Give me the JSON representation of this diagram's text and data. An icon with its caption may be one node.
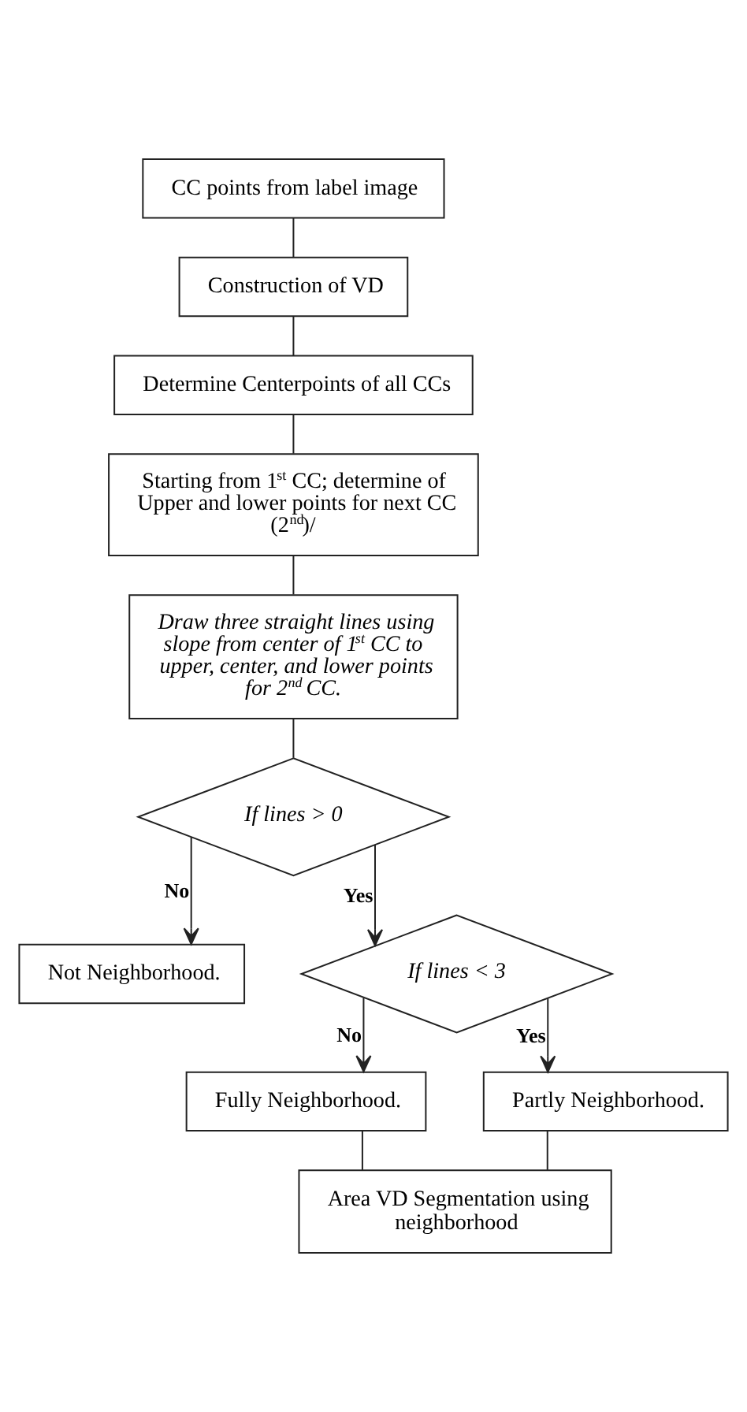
{
  "diagram": {
    "nodes": [
      {
        "text": [
          "CC points from label image"
        ]
      },
      {
        "text": [
          "Construction of VD"
        ]
      },
      {
        "text": [
          "Determine Centerpoints of all CCs"
        ]
      },
      {
        "text": [
          "Starting from 1$^{st}$ CC; determine of Upper and lower points for next CC (2$^{nd}$)/"
        ]
      },
      {
        "text": [
          "Draw three straight lines using slope from center of 1$^{st}$ CC to upper, center, and lower points for 2$^{nd}$ CC."
        ]
      },
      {
        "text": [
          "If lines > 0"
        ]
      },
      {
        "text": [
          "Not Neighborhood."
        ]
      },
      {
        "text": [
          "If lines < 3"
        ]
      },
      {
        "text": [
          "Fully Neighborhood."
        ]
      },
      {
        "text": [
          "Partly Neighborhood."
        ]
      },
      {
        "text": [
          "Area VD Segmentation using neighborhood"
        ]
      }
    ],
    "edges": [
      {
        "from": 0,
        "to": 1,
        "arrow": "none"
      },
      {
        "from": 1,
        "to": 2,
        "arrow": "none"
      },
      {
        "from": 2,
        "to": 3,
        "arrow": "none"
      },
      {
        "from": 3,
        "to": 4,
        "arrow": "none"
      },
      {
        "from": 4,
        "to": 5,
        "arrow": "none"
      },
      {
        "from": 5,
        "to": 6,
        "arrow": "to",
        "label": "No"
      },
      {
        "from": 5,
        "to": 7,
        "arrow": "to",
        "label": "Yes"
      },
      {
        "from": 7,
        "to": 8,
        "arrow": "to",
        "label": "No"
      },
      {
        "from": 7,
        "to": 9,
        "arrow": "to",
        "label": "Yes"
      },
      {
        "from": 8,
        "to": 10,
        "arrow": "none"
      },
      {
        "from": 9,
        "to": 10,
        "arrow": "none"
      }
    ]
  }
}
